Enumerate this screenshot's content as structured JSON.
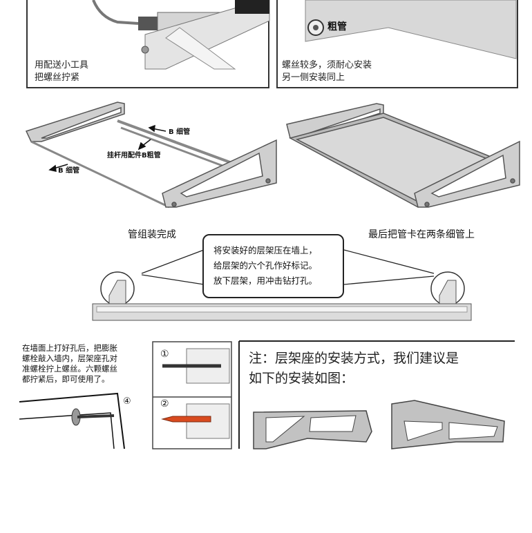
{
  "top_left": {
    "line1": "用配送小工具",
    "line2": "把螺丝拧紧"
  },
  "top_right": {
    "thick_pipe_label": "粗管",
    "line1": "螺丝较多，须耐心安装",
    "line2": "另一侧安装同上"
  },
  "row2": {
    "b_thin_pipe_1": "B 细管",
    "hanging_rod": "挂杆用配件B粗管",
    "b_thin_pipe_2": "B 细管"
  },
  "row3": {
    "left_title": "管组装完成",
    "right_title": "最后把管卡在两条细管上",
    "bubble": [
      "将安装好的层架压在墙上，",
      "给层架的六个孔作好标记。",
      "放下层架，用冲击钻打孔。"
    ]
  },
  "row4": {
    "instructions": [
      "在墙面上打好孔后，把膨胀",
      "螺栓敲入墙内，层架座孔对",
      "准螺栓拧上螺丝。六颗螺丝",
      "都拧紧后，即可使用了。"
    ],
    "step1": "①",
    "step2": "②",
    "step4": "④",
    "note": [
      "注：层架座的安装方式，我们建议是",
      "如下的安装如图："
    ]
  },
  "colors": {
    "border": "#333333",
    "metal": "#c8c8c8",
    "metal_dark": "#8a8a8a",
    "wall": "#e6e6e6"
  }
}
